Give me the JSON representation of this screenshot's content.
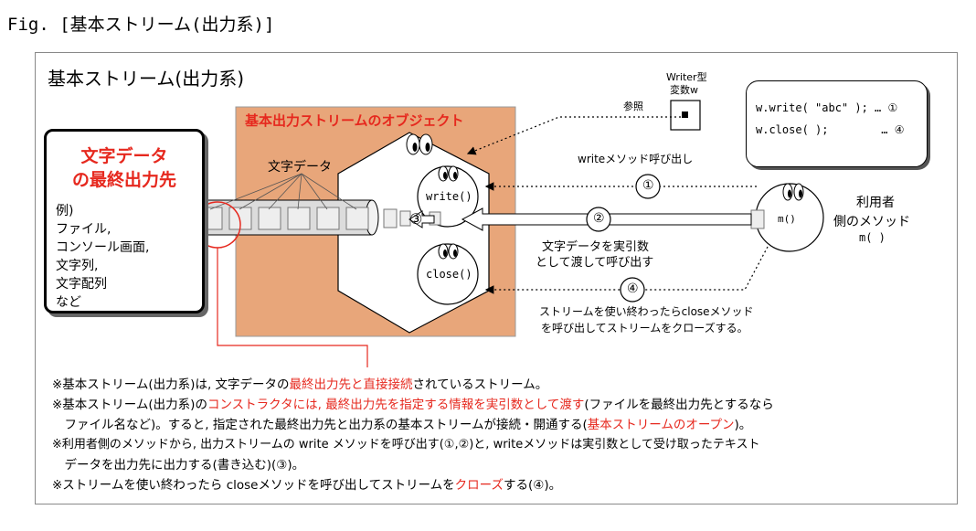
{
  "caption": "Fig. [基本ストリーム(出力系)]",
  "frame_title": "基本ストリーム(出力系)",
  "object_box": {
    "title": "基本出力ストリームのオブジェクト",
    "fill": "#e8a67a"
  },
  "destination": {
    "title_line1": "文字データ",
    "title_line2": "の最終出力先",
    "items": [
      "例)",
      "ファイル,",
      "コンソール画面,",
      "文字列,",
      "文字配列",
      "など"
    ]
  },
  "stream_label": "文字データ",
  "methods": {
    "write": "write()",
    "close": "close()",
    "m": "m()"
  },
  "variable": {
    "label_line1": "Writer型",
    "label_line2": "変数w",
    "ref_label": "参照"
  },
  "callout": {
    "line1": "w.write( \"abc\" ); … ①",
    "line2": "w.close( );        … ④"
  },
  "user": {
    "line1": "利用者",
    "line2": "側のメソッド",
    "line3": "m( )"
  },
  "labels": {
    "write_call": "writeメソッド呼び出し",
    "arg_line1": "文字データを実引数",
    "arg_line2": "として渡して呼び出す",
    "close_line1": "ストリームを使い終わったらcloseメソッド",
    "close_line2": "を呼び出してストリームをクローズする。"
  },
  "numbers": {
    "n1": "①",
    "n2": "②",
    "n3": "③",
    "n4": "④"
  },
  "notes": [
    {
      "parts": [
        {
          "t": "※基本ストリーム(出力系)は, 文字データの",
          "hl": false
        },
        {
          "t": "最終出力先と直接接続",
          "hl": true
        },
        {
          "t": "されているストリーム。",
          "hl": false
        }
      ]
    },
    {
      "parts": [
        {
          "t": "※基本ストリーム(出力系)の",
          "hl": false
        },
        {
          "t": "コンストラクタには, 最終出力先を指定する情報を実引数として渡す",
          "hl": true
        },
        {
          "t": "(ファイルを最終出力先とするなら",
          "hl": false
        }
      ]
    },
    {
      "parts": [
        {
          "t": "　ファイル名など)。すると, 指定された最終出力先と出力系の基本ストリームが接続・開通する(",
          "hl": false
        },
        {
          "t": "基本ストリームのオープン",
          "hl": true
        },
        {
          "t": ")。",
          "hl": false
        }
      ]
    },
    {
      "parts": [
        {
          "t": "※利用者側のメソッドから, 出力ストリームの write メソッドを呼び出す(①,②)と, writeメソッドは実引数として受け取ったテキスト",
          "hl": false
        }
      ]
    },
    {
      "parts": [
        {
          "t": "　データを出力先に出力する(書き込む)(③)。",
          "hl": false
        }
      ]
    },
    {
      "parts": [
        {
          "t": "※ストリームを使い終わったら closeメソッドを呼び出してストリームを",
          "hl": false
        },
        {
          "t": "クローズ",
          "hl": true
        },
        {
          "t": "する(④)。",
          "hl": false
        }
      ]
    }
  ],
  "colors": {
    "accent_red": "#e6281e",
    "object_fill": "#e8a67a",
    "stream_fill": "#dcdcdc"
  }
}
